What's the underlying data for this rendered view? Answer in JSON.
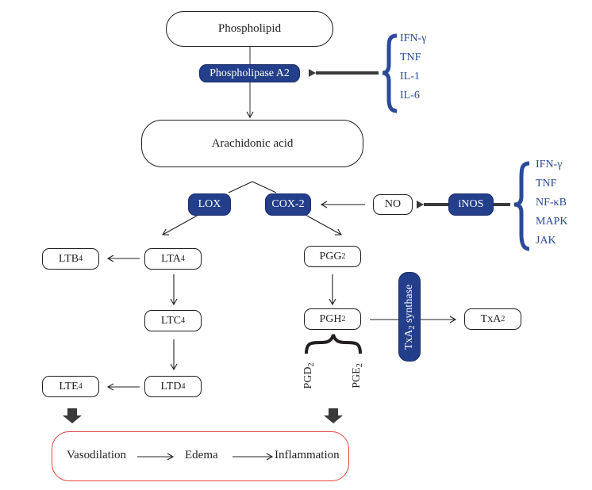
{
  "title": "Arachidonic acid inflammatory pathway",
  "nodes": {
    "phospholipid": "Phospholipid",
    "phospholipase_a2": "Phospholipase A2",
    "arachidonic_acid": "Arachidonic acid",
    "lox": "LOX",
    "cox2": "COX-2",
    "no": "NO",
    "inos": "iNOS",
    "lta4": {
      "base": "LTA",
      "sub": "4"
    },
    "ltb4": {
      "base": "LTB",
      "sub": "4"
    },
    "ltc4": {
      "base": "LTC",
      "sub": "4"
    },
    "ltd4": {
      "base": "LTD",
      "sub": "4"
    },
    "lte4": {
      "base": "LTE",
      "sub": "4"
    },
    "pgg2": {
      "base": "PGG",
      "sub": "2"
    },
    "pgh2": {
      "base": "PGH",
      "sub": "2"
    },
    "txa2": {
      "base": "TxA",
      "sub": "2"
    },
    "txa2_synthase": {
      "base": "TxA",
      "sub": "2",
      "rest": " synthase"
    },
    "pgd2": {
      "base": "PGD",
      "sub": "2"
    },
    "pge2": {
      "base": "PGE",
      "sub": "2"
    }
  },
  "pla2_stimuli": [
    "IFN-γ",
    "TNF",
    "IL-1",
    "IL-6"
  ],
  "inos_stimuli": [
    "IFN-γ",
    "TNF",
    "NF-κB",
    "MAPK",
    "JAK"
  ],
  "outcome": {
    "steps": [
      "Vasodilation",
      "Edema",
      "Inflammation"
    ]
  },
  "colors": {
    "enzyme_fill": "#233e8b",
    "stimulus_text": "#2b4a9a",
    "outcome_border": "#e0453f",
    "arrow_dark": "#3a3a3a"
  }
}
